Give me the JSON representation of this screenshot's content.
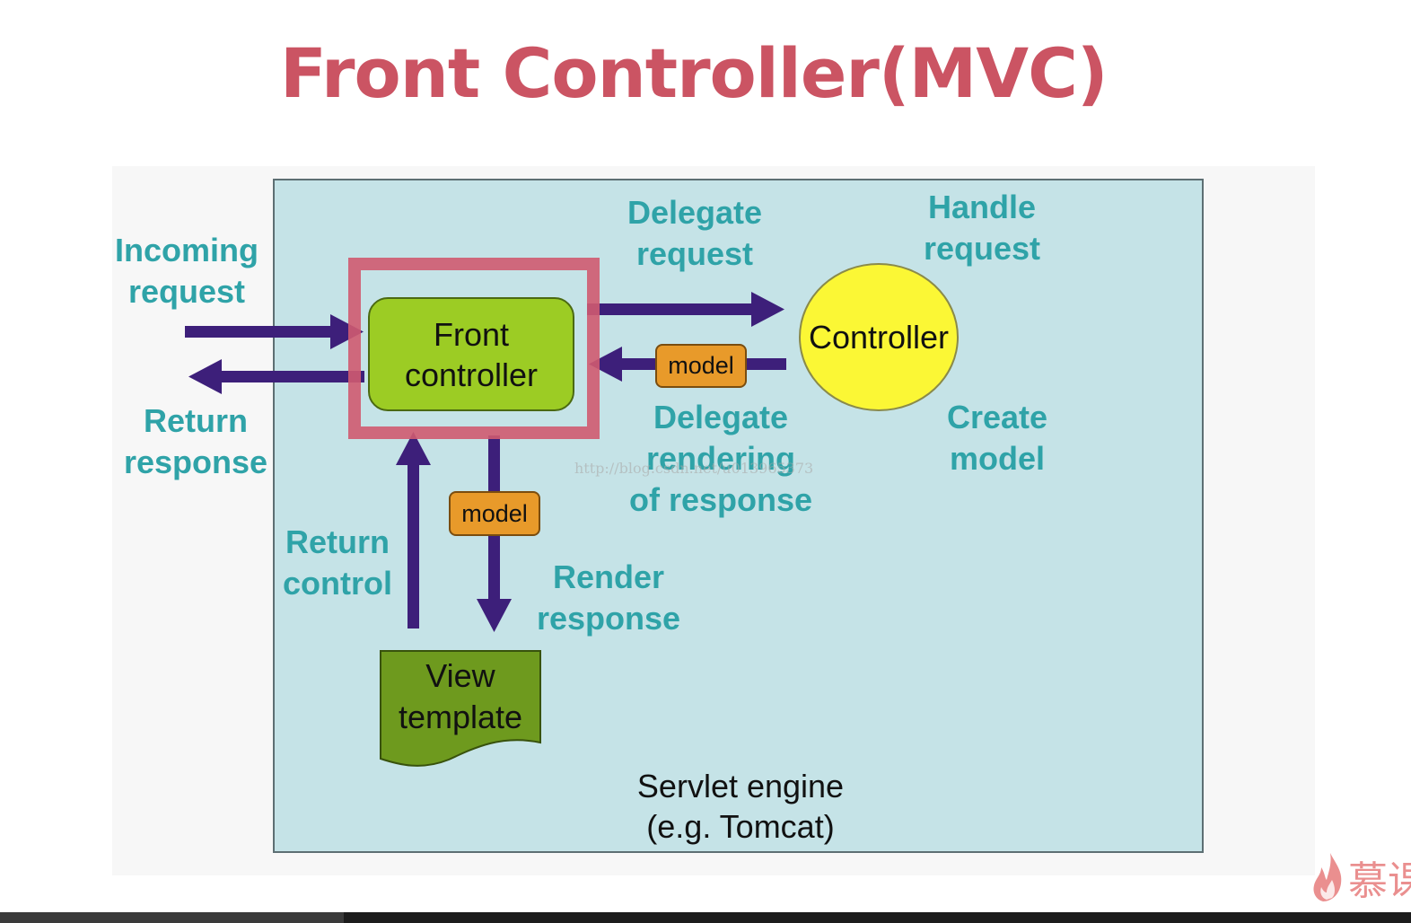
{
  "title": "Front Controller(MVC)",
  "nodes": {
    "front_controller": "Front\ncontroller",
    "controller": "Controller",
    "view_template": "View\ntemplate",
    "model_top": "model",
    "model_bottom": "model",
    "servlet_engine": "Servlet engine\n(e.g. Tomcat)"
  },
  "labels": {
    "incoming_request": "Incoming\nrequest",
    "return_response": "Return\nresponse",
    "delegate_request": "Delegate\nrequest",
    "handle_request": "Handle\nrequest",
    "create_model": "Create\nmodel",
    "delegate_rendering": "Delegate\nrendering\nof response",
    "return_control": "Return\ncontrol",
    "render_response": "Render\nresponse"
  },
  "watermark": "http://blog.csdn.net/u013965373",
  "logo_text": "慕课",
  "colors": {
    "title": "#cb5463",
    "label": "#2fa3a8",
    "engine_bg": "#c5e3e7",
    "front_controller": "#9ccc24",
    "controller": "#fbf735",
    "model": "#e89a2a",
    "view_template": "#6e9a1e",
    "arrow": "#3d1f7a",
    "highlight": "#cf5a70"
  }
}
